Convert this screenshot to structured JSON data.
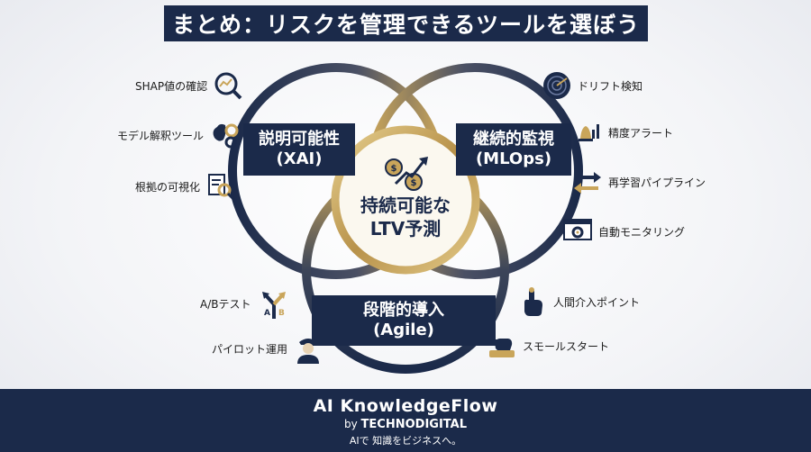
{
  "title": "まとめ：リスクを管理できるツールを選ぼう",
  "circles": {
    "xai": {
      "line1": "説明可能性",
      "line2": "(XAI)"
    },
    "mlops": {
      "line1": "継続的監視",
      "line2": "(MLOps)"
    },
    "agile": {
      "line1": "段階的導入",
      "line2": "(Agile)"
    }
  },
  "center": {
    "line1": "持続可能な",
    "line2": "LTV予測"
  },
  "left_items": [
    {
      "label": "SHAP値の確認",
      "icon": "magnifier-chart-icon"
    },
    {
      "label": "モデル解釈ツール",
      "icon": "brain-gears-icon"
    },
    {
      "label": "根拠の可視化",
      "icon": "document-magnifier-icon"
    },
    {
      "label": "A/Bテスト",
      "icon": "split-arrow-icon"
    },
    {
      "label": "パイロット運用",
      "icon": "pilot-icon"
    }
  ],
  "right_items": [
    {
      "label": "ドリフト検知",
      "icon": "radar-icon"
    },
    {
      "label": "精度アラート",
      "icon": "bell-chart-icon"
    },
    {
      "label": "再学習パイプライン",
      "icon": "cycle-arrows-icon"
    },
    {
      "label": "自動モニタリング",
      "icon": "monitor-gear-icon"
    },
    {
      "label": "人間介入ポイント",
      "icon": "hand-pointer-icon"
    },
    {
      "label": "スモールスタート",
      "icon": "hand-press-icon"
    }
  ],
  "ab_letters": {
    "a": "A",
    "b": "B"
  },
  "footer": {
    "brand": "AI KnowledgeFlow",
    "by_prefix": "by ",
    "by_company": "TECHNODIGITAL",
    "tagline": "AIで 知識をビジネスへ。"
  },
  "colors": {
    "navy": "#1b2a4a",
    "gold": "#c9a55a",
    "white": "#ffffff"
  }
}
